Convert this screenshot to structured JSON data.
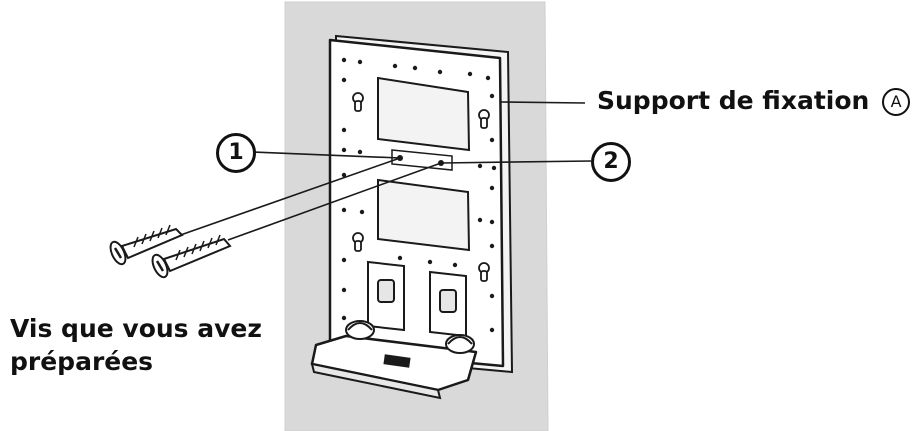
{
  "labels": {
    "bracket_text": "Support de fixation",
    "bracket_badge": "A",
    "screws_line1": "Vis que vous avez",
    "screws_line2": "préparées"
  },
  "callouts": [
    "1",
    "2"
  ],
  "colors": {
    "wall": "#d9d9d9",
    "bracket": "#ffffff",
    "outline": "#1a1a1a",
    "text": "#111111"
  }
}
